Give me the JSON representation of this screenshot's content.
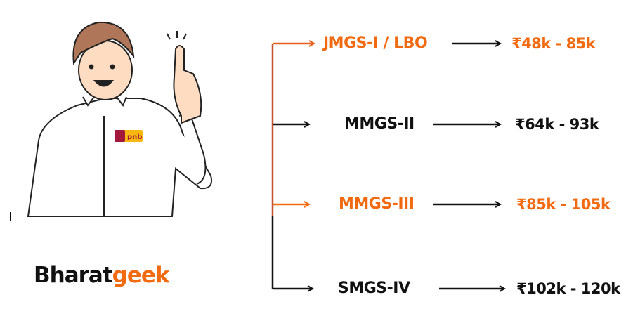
{
  "colors": {
    "accent": "#f26a10",
    "dark": "#111111",
    "badge_red": "#a3173c",
    "badge_yellow": "#f9b80f"
  },
  "badge_text": "pnb",
  "logo": {
    "part1": "Bharat",
    "part2": "geek"
  },
  "rows": [
    {
      "role": "JMGS-I / LBO",
      "pay": "₹48k - 85k",
      "highlight": true
    },
    {
      "role": "MMGS-II",
      "pay": "₹64k - 93k",
      "highlight": false
    },
    {
      "role": "MMGS-III",
      "pay": "₹85k - 105k",
      "highlight": true
    },
    {
      "role": "SMGS-IV",
      "pay": "₹102k - 120k",
      "highlight": false
    }
  ]
}
